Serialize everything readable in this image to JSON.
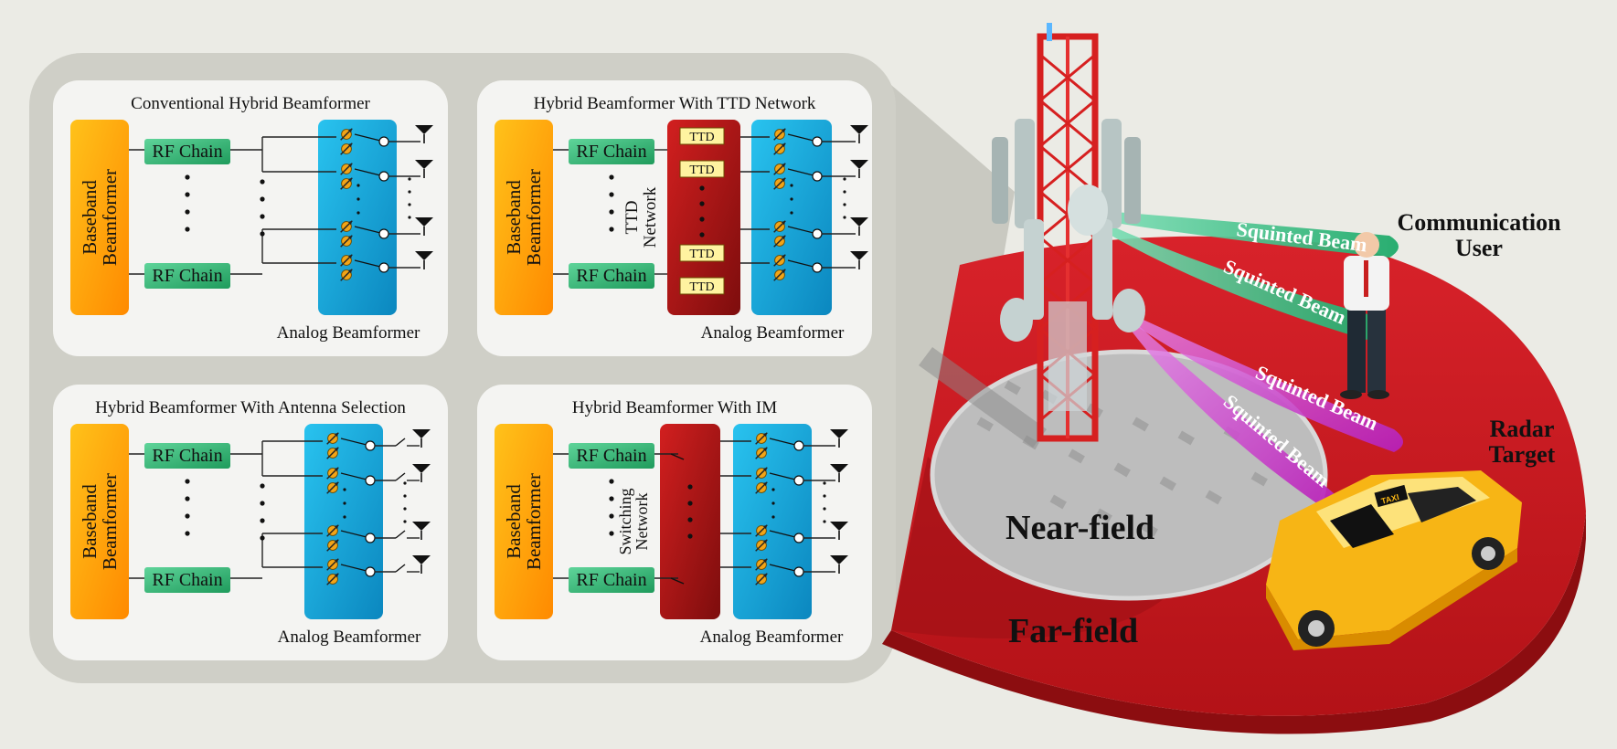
{
  "panels": [
    {
      "title": "Conventional Hybrid Beamformer",
      "baseband": "Baseband Beamformer",
      "rf": "RF Chain",
      "analog": "Analog Beamformer",
      "middle": ""
    },
    {
      "title": "Hybrid Beamformer With TTD Network",
      "baseband": "Baseband Beamformer",
      "rf": "RF Chain",
      "analog": "Analog Beamformer",
      "middle": "TTD Network",
      "ttd": "TTD"
    },
    {
      "title": "Hybrid Beamformer With Antenna Selection",
      "baseband": "Baseband Beamformer",
      "rf": "RF Chain",
      "analog": "Analog Beamformer",
      "middle": ""
    },
    {
      "title": "Hybrid Beamformer With IM",
      "baseband": "Baseband Beamformer",
      "rf": "RF Chain",
      "analog": "Analog Beamformer",
      "middle": "Switching Network"
    }
  ],
  "scene": {
    "beams": [
      "Squinted Beam",
      "Squinted Beam",
      "Squinted Beam",
      "Squinted Beam"
    ],
    "communication_user": "Communication User",
    "radar_target": "Radar Target",
    "near_field": "Near-field",
    "far_field": "Far-field",
    "taxi_sign": "TAXI"
  },
  "colors": {
    "baseband": "#ff9a00",
    "rf": "#2bb673",
    "analog": "#16a6d8",
    "ttd_network": "#a01818",
    "ttd_box": "#fff3a0",
    "disc": "#c0171b"
  }
}
